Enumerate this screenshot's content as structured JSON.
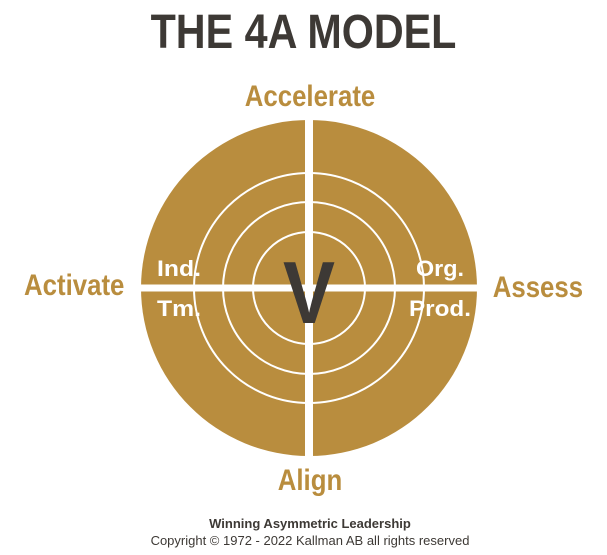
{
  "title": "THE 4A MODEL",
  "quadrants": {
    "top": "Accelerate",
    "left": "Activate",
    "right": "Assess",
    "bottom": "Align"
  },
  "inner_labels": {
    "upper_left": "Ind.",
    "lower_left": "Tm.",
    "upper_right": "Org.",
    "lower_right": "Prod."
  },
  "center_letter": "V",
  "footer": {
    "title": "Winning Asymmetric Leadership",
    "copyright": "Copyright © 1972 - 2022 Kallman AB all rights reserved"
  },
  "colors": {
    "gold": "#B98D3E",
    "dark": "#3D3935",
    "background": "#FFFFFF",
    "ring_line": "#FFFFFF"
  }
}
